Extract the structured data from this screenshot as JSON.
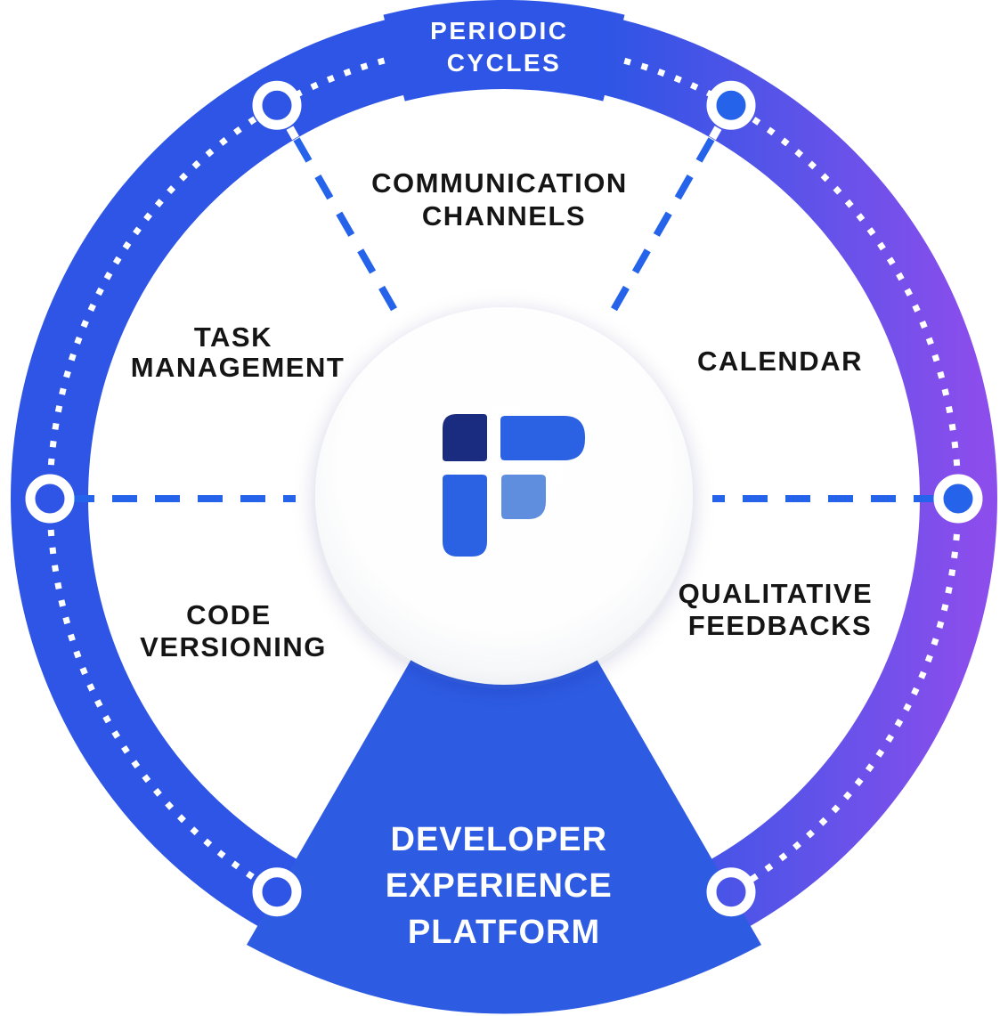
{
  "diagram": {
    "ring_title": {
      "line1": "PERIODIC",
      "line2": "CYCLES"
    },
    "sections": {
      "communication_channels": {
        "line1": "COMMUNICATION",
        "line2": "CHANNELS"
      },
      "calendar": {
        "line1": "CALENDAR"
      },
      "qualitative_feedbacks": {
        "line1": "QUALITATIVE",
        "line2": "FEEDBACKS"
      },
      "code_versioning": {
        "line1": "CODE",
        "line2": "VERSIONING"
      },
      "task_management": {
        "line1": "TASK",
        "line2": "MANAGEMENT"
      }
    },
    "platform_wedge": {
      "line1": "DEVELOPER",
      "line2": "EXPERIENCE",
      "line3": "PLATFORM"
    },
    "logo": {
      "name": "flow-f-logo"
    },
    "colors": {
      "ring_blue": "#2E55E5",
      "ring_purple_mid": "#5C53E9",
      "ring_purple": "#8B4DEC",
      "wedge_blue": "#2D5BE2",
      "dash_blue": "#2563EB",
      "node_fill_blue": "#2563EB",
      "dot_white": "#FFFFFF",
      "label_text": "#151515",
      "title_text": "#FFFFFF",
      "logo_navy": "#1A2C80",
      "logo_blue": "#2B62E4",
      "logo_light_blue": "#5F8EDF",
      "disc_edge": "#E8EAEE"
    }
  }
}
